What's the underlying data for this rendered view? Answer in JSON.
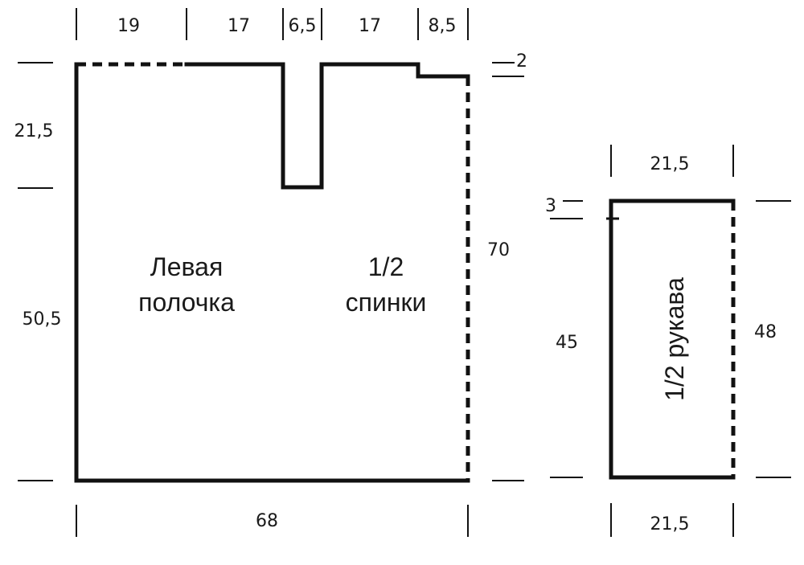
{
  "pattern": {
    "front_label_line1": "Левая",
    "front_label_line2": "полочка",
    "back_label_line1": "1/2",
    "back_label_line2": "спинки",
    "sleeve_label": "1/2 рукава",
    "widths_top": [
      "19",
      "17",
      "6,5",
      "17",
      "8,5"
    ],
    "width_bottom": "68",
    "height_upper": "21,5",
    "height_lower": "50,5",
    "height_right": "70",
    "shoulder_drop": "2",
    "sleeve_top_width": "21,5",
    "sleeve_bottom_width": "21,5",
    "sleeve_drop": "3",
    "sleeve_left_height": "45",
    "sleeve_right_height": "48"
  }
}
